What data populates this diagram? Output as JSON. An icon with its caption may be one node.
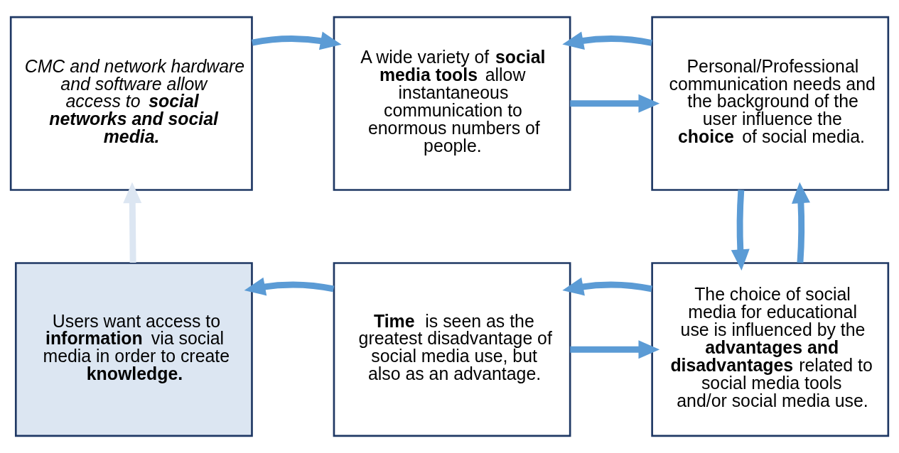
{
  "diagram": {
    "nodes": [
      {
        "text": [
          "CMC and network hardware and software allow access to **social networks and social media.**"
        ]
      },
      {
        "text": [
          "A wide variety of **social media tools** allow instantaneous communication to enormous numbers of people."
        ]
      },
      {
        "text": [
          "Personal/Professional communication needs and the background of the user influence the **choice** of social media."
        ]
      },
      {
        "text": [
          "Users want access to **information** via social media in order to create **knowledge.**"
        ]
      },
      {
        "text": [
          "**Time** is seen as the greatest disadvantage of social media use, but also as an advantage."
        ]
      },
      {
        "text": [
          "The choice of social media for educational use is influenced by the **advantages and disadvantages** related to social media tools and/or social media use."
        ]
      }
    ],
    "edges": [
      {
        "from": 0,
        "to": 1,
        "arrow": "to"
      },
      {
        "from": 1,
        "to": 2,
        "arrow": "to"
      },
      {
        "from": 2,
        "to": 1,
        "arrow": "to"
      },
      {
        "from": 5,
        "to": 2,
        "arrow": "to"
      },
      {
        "from": 2,
        "to": 5,
        "arrow": "to"
      },
      {
        "from": 4,
        "to": 5,
        "arrow": "to"
      },
      {
        "from": 5,
        "to": 4,
        "arrow": "to"
      },
      {
        "from": 4,
        "to": 3,
        "arrow": "to"
      },
      {
        "from": 3,
        "to": 0,
        "arrow": "to",
        "color": "#dce6f2"
      }
    ]
  }
}
